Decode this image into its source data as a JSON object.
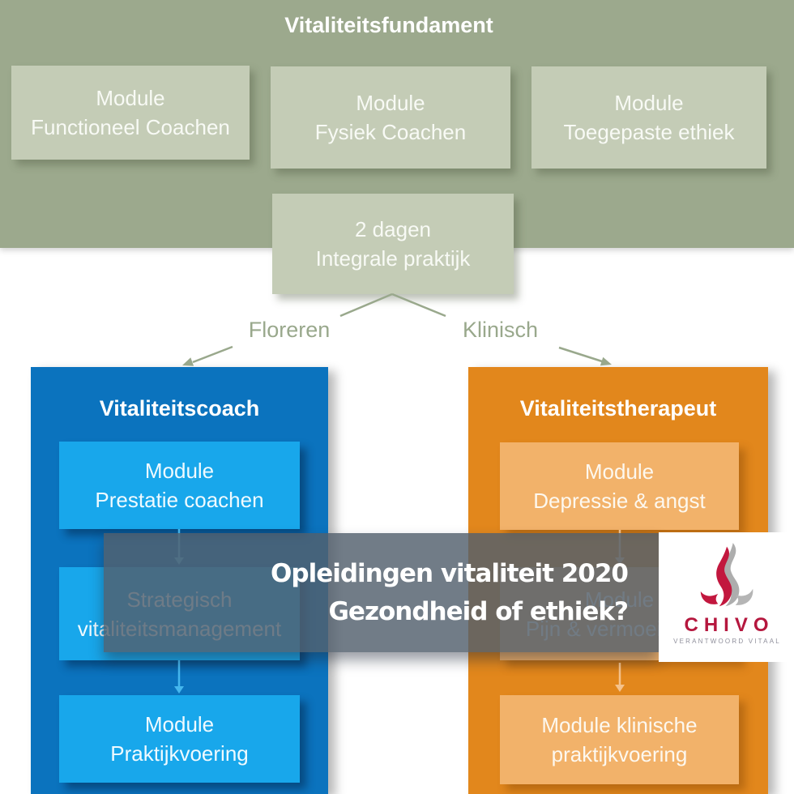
{
  "banner": {
    "title": "Vitaliteitsfundament",
    "modules": [
      {
        "line1": "Module",
        "line2": "Functioneel Coachen"
      },
      {
        "line1": "Module",
        "line2": "Fysiek Coachen"
      },
      {
        "line1": "Module",
        "line2": "Toegepaste ethiek"
      }
    ],
    "practice": {
      "line1": "2 dagen",
      "line2": "Integrale praktijk"
    }
  },
  "branches": {
    "left": "Floreren",
    "right": "Klinisch"
  },
  "coach_column": {
    "title": "Vitaliteitscoach",
    "modules": [
      {
        "line1": "Module",
        "line2": "Prestatie coachen"
      },
      {
        "line1": "Strategisch",
        "line2": "vitaliteitsmanagement"
      },
      {
        "line1": "Module",
        "line2": "Praktijkvoering"
      }
    ]
  },
  "therapist_column": {
    "title": "Vitaliteitstherapeut",
    "modules": [
      {
        "line1": "Module",
        "line2": "Depressie & angst"
      },
      {
        "line1": "Module",
        "line2": "Pijn & vermoeidheid"
      },
      {
        "line1": "Module klinische",
        "line2": "praktijkvoering"
      }
    ]
  },
  "overlay": {
    "line1": "Opleidingen vitaliteit 2020",
    "line2": "Gezondheid of ethiek?"
  },
  "logo": {
    "wordmark": "CHIVO",
    "tagline": "VERANTWOORD VITAAL"
  },
  "colors": {
    "banner_green": "#9CA98D",
    "box_green": "#C4CCB6",
    "column_blue": "#0B73BE",
    "module_blue": "#18A7EB",
    "column_orange": "#E2871C",
    "module_orange": "#F2B26A",
    "overlay_slate": "rgba(82,95,109,0.82)",
    "connector_sage": "#99A88C",
    "chivo_red": "#B5173E",
    "tagline_gray": "#8F8F9B"
  }
}
